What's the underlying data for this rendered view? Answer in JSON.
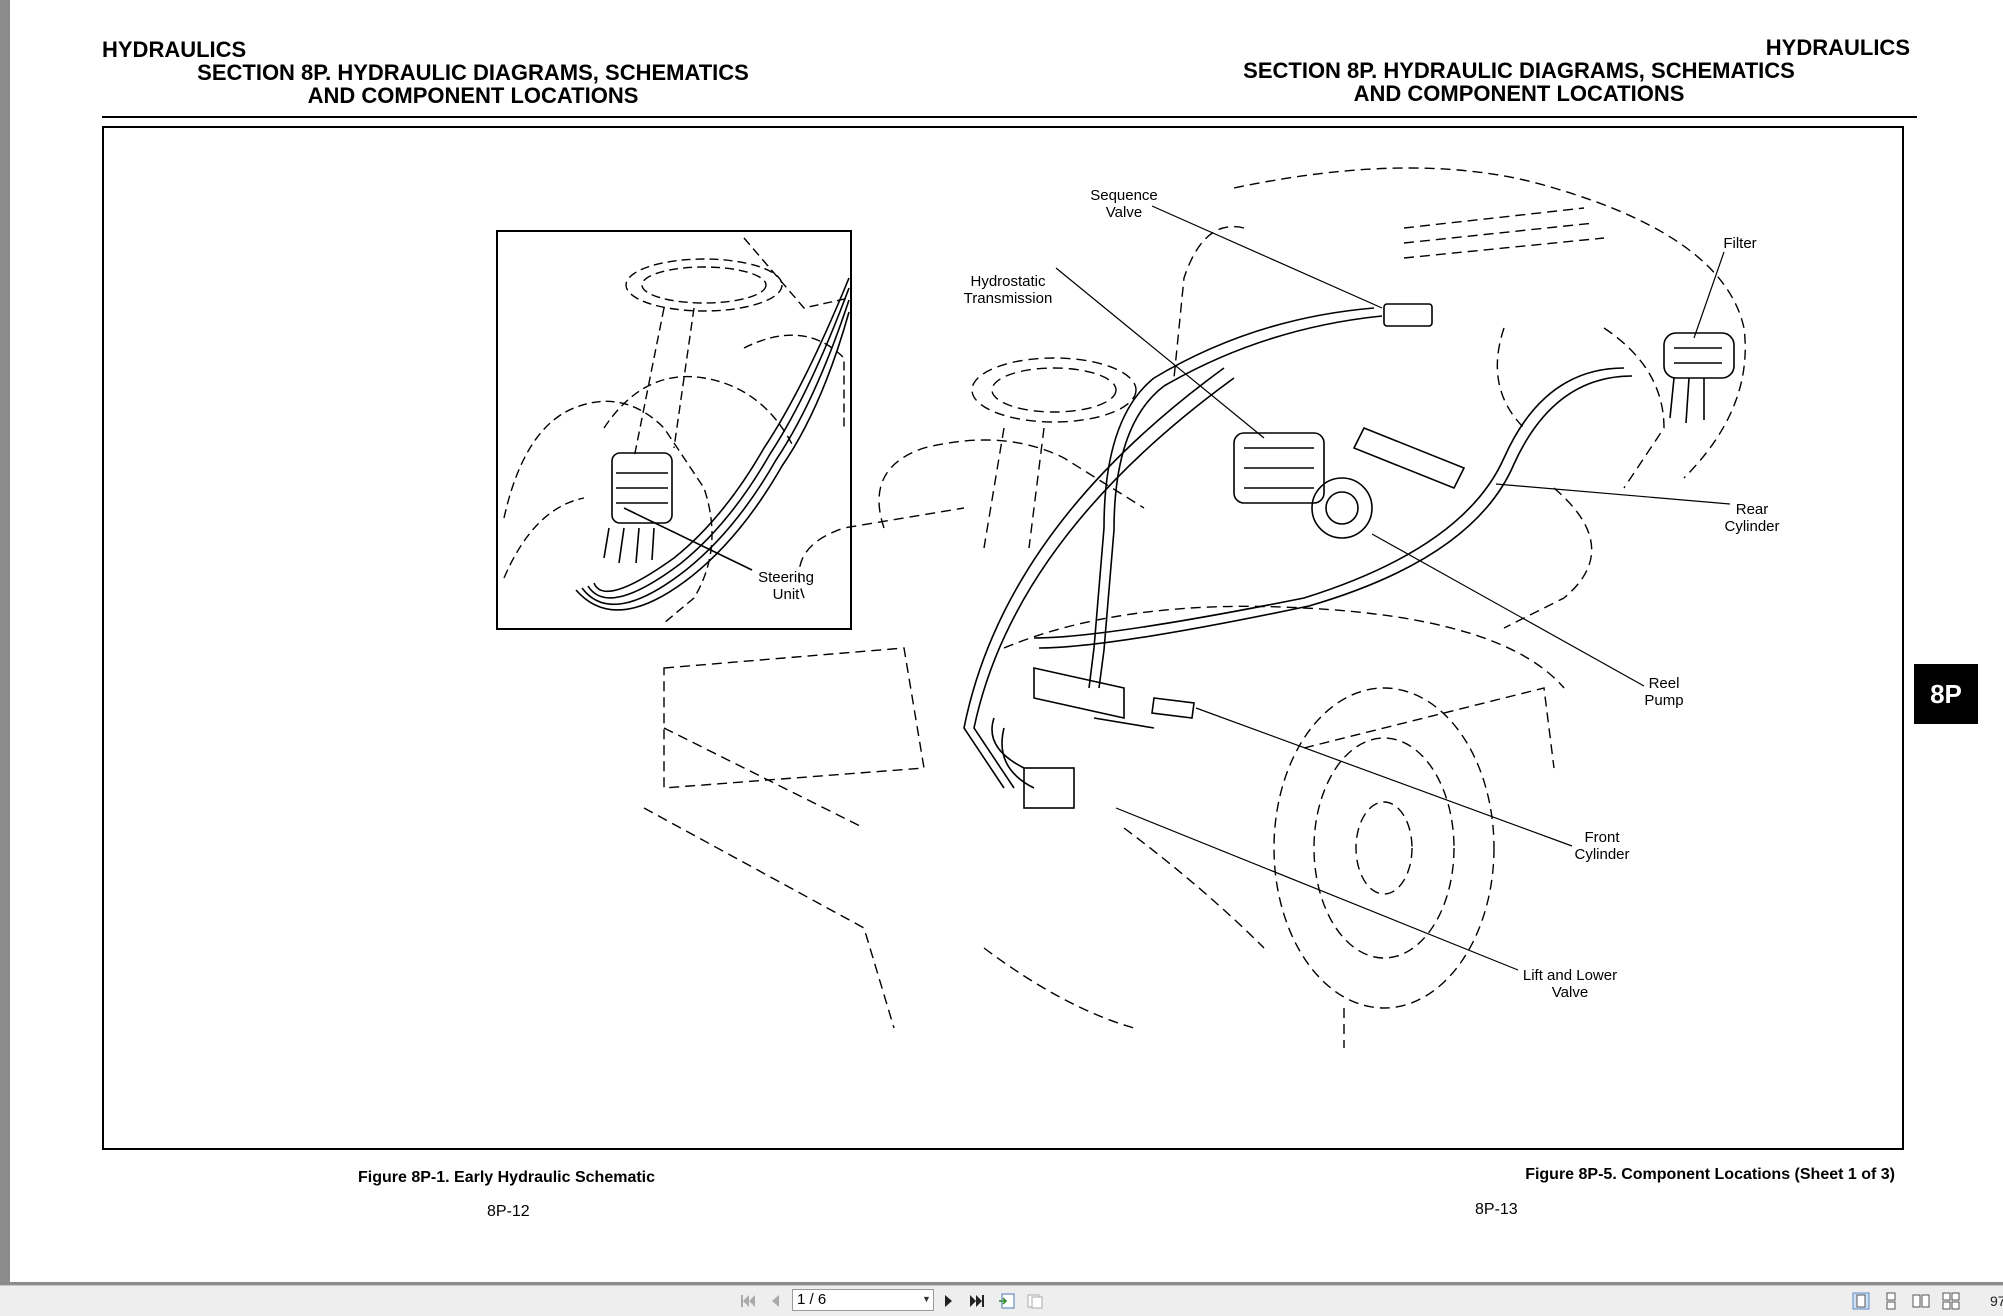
{
  "left_page": {
    "header_title": "HYDRAULICS",
    "section_line1": "SECTION 8P. HYDRAULIC DIAGRAMS, SCHEMATICS",
    "section_line2": "AND COMPONENT LOCATIONS",
    "caption": "Figure 8P-1. Early Hydraulic Schematic",
    "page_number": "8P-12"
  },
  "right_page": {
    "header_title": "HYDRAULICS",
    "section_line1": "SECTION 8P. HYDRAULIC DIAGRAMS, SCHEMATICS",
    "section_line2": "AND COMPONENT LOCATIONS",
    "caption": "Figure 8P-5. Component Locations (Sheet 1 of 3)",
    "page_number": "8P-13"
  },
  "section_tab": "8P",
  "figure_labels": {
    "sequence_valve": [
      "Sequence",
      "Valve"
    ],
    "hydrostatic_transmission": [
      "Hydrostatic",
      "Transmission"
    ],
    "filter": [
      "Filter"
    ],
    "rear_cylinder": [
      "Rear",
      "Cylinder"
    ],
    "reel_pump": [
      "Reel",
      "Pump"
    ],
    "front_cylinder": [
      "Front",
      "Cylinder"
    ],
    "lift_lower_valve": [
      "Lift and Lower",
      "Valve"
    ],
    "steering_unit": [
      "Steering",
      "Unit"
    ]
  },
  "toolbar": {
    "first_icon": "first-page-icon",
    "prev_icon": "previous-page-icon",
    "page_value": "1 / 6",
    "next_icon": "next-page-icon",
    "last_icon": "last-page-icon",
    "zoom_text": "97"
  }
}
